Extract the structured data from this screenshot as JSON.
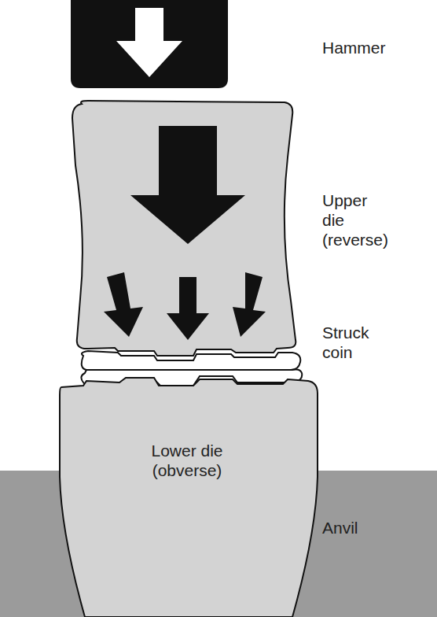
{
  "diagram": {
    "nodes": [
      {
        "text": [
          "Anvil"
        ]
      },
      {
        "text": [
          "Lower die (obverse)"
        ]
      }
    ],
    "labels": [
      "Hammer",
      "Upper die (reverse)",
      "Struck coin"
    ]
  }
}
